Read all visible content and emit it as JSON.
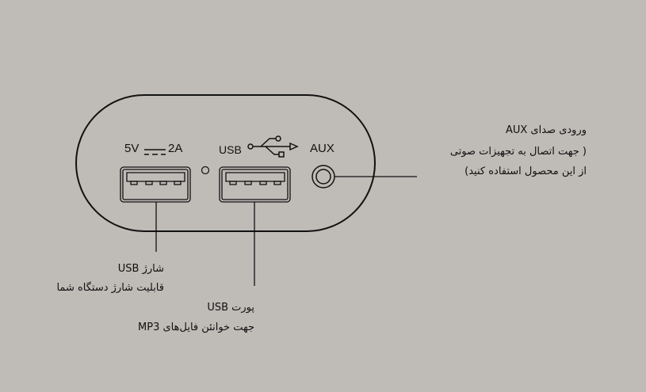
{
  "device": {
    "port1_label_left": "5V",
    "port1_label_right": "2A",
    "port2_label": "USB",
    "aux_label": "AUX",
    "icons": [
      "dc-symbol-icon",
      "usb-symbol-icon"
    ]
  },
  "callouts": {
    "aux": {
      "line1": "ورودی صدای AUX",
      "line2": "( جهت اتصال به تجهیزات صوتی",
      "line3": "از این محصول استفاده کنید)"
    },
    "charge": {
      "line1": "شارژ USB",
      "line2": "قابلیت شارژ دستگاه شما"
    },
    "port": {
      "line1": "پورت USB",
      "line2": "جهت خوانئن فایل‌های MP3"
    }
  }
}
